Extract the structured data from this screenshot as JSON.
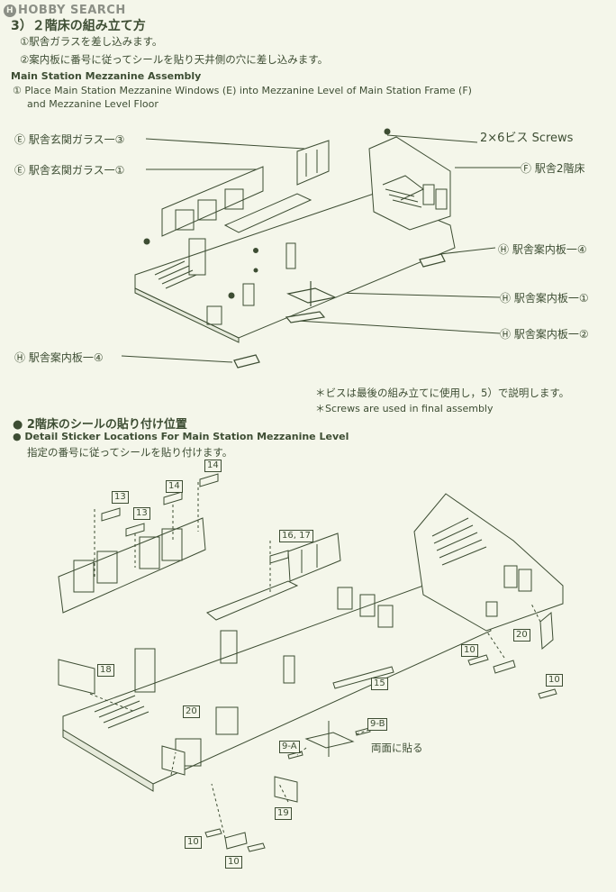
{
  "watermark": "HOBBY SEARCH",
  "step": {
    "title": "3）２階床の組み立て方",
    "instr1": "①駅舎ガラスを差し込みます。",
    "instr2": "②案内板に番号に従ってシールを貼り天井側の穴に差し込みます。",
    "en_title": "Main Station Mezzanine Assembly",
    "en_line1": "① Place Main Station Mezzanine Windows (E) into Mezzanine Level of Main Station Frame (F)",
    "en_line2": "and Mezzanine Level Floor"
  },
  "parts": {
    "glass3": "Ⓔ 駅舎玄関ガラス一③",
    "glass1": "Ⓔ 駅舎玄関ガラス一①",
    "screws": "2×6ビス Screws",
    "floor2": "Ⓕ 駅舎2階床",
    "sign4a": "Ⓗ 駅舎案内板一④",
    "sign1": "Ⓗ 駅舎案内板一①",
    "sign2": "Ⓗ 駅舎案内板一②",
    "sign4b": "Ⓗ 駅舎案内板一④"
  },
  "notes": {
    "jp": "＊ビスは最後の組み立てに使用し，5）で説明します。",
    "en": "＊Screws are used in final assembly"
  },
  "sticker": {
    "title": "● 2階床のシールの貼り付け位置",
    "en_title": "● Detail Sticker Locations For Main Station Mezzanine Level",
    "instr": "指定の番号に従ってシールを貼り付けます。",
    "both_sides": "両面に貼る"
  },
  "sticker_numbers": {
    "n14a": "14",
    "n13a": "13",
    "n14b": "14",
    "n13b": "13",
    "n16_17": "16, 17",
    "n18": "18",
    "n15": "15",
    "n20a": "20",
    "n20b": "20",
    "n10a": "10",
    "n10b": "10",
    "n9a": "9-A",
    "n9b": "9-B",
    "n19": "19",
    "n10c": "10",
    "n10d": "10"
  }
}
